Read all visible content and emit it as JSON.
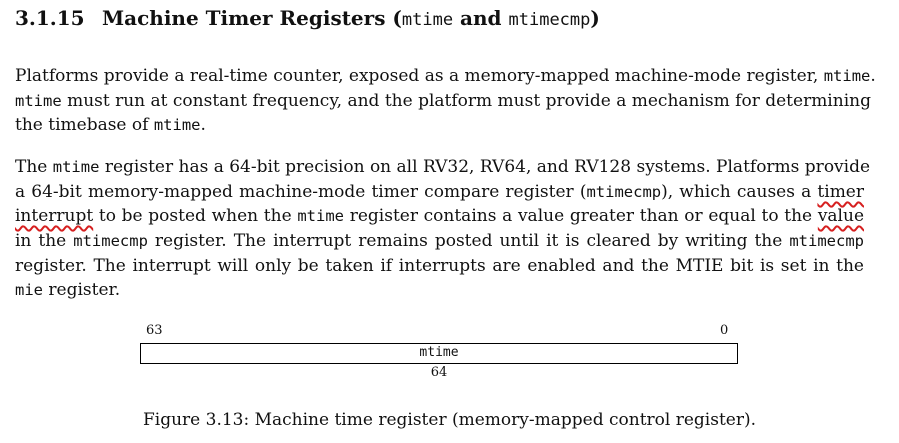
{
  "section": {
    "number": "3.1.15",
    "title_main": "Machine Timer Registers (",
    "title_code1": "mtime",
    "title_and": " and ",
    "title_code2": "mtimecmp",
    "title_close": ")"
  },
  "para1": {
    "l1": [
      "Platforms provide a real-time counter, exposed as a memory-mapped machine-mode register, ",
      "mtime",
      "."
    ],
    "l2": [
      "mtime",
      " must run at constant frequency, and the platform must provide a mechanism for determining"
    ],
    "l3": [
      "the timebase of ",
      "mtime",
      "."
    ]
  },
  "para2": {
    "l1": [
      "The ",
      "mtime",
      " register has a 64-bit precision on all RV32, RV64, and RV128 systems. Platforms provide"
    ],
    "l2": [
      "a 64-bit memory-mapped machine-mode timer compare register (",
      "mtimecmp",
      "), which causes a ",
      "timer"
    ],
    "l3": [
      "interrupt",
      " to be posted when the ",
      "mtime",
      " register contains a value greater than or equal to the ",
      "value"
    ],
    "l4": [
      "in the ",
      "mtimecmp",
      " register. The interrupt remains posted until it is cleared by writing the ",
      "mtimecmp"
    ],
    "l5": [
      "register. The interrupt will only be taken if interrupts are enabled and the MTIE bit is set in the"
    ],
    "l6": [
      "mie",
      " register."
    ]
  },
  "register": {
    "msb": "63",
    "lsb": "0",
    "name": "mtime",
    "width": "64"
  },
  "figure": {
    "caption": "Figure 3.13: Machine time register (memory-mapped control register)."
  },
  "spellcheck_color": "#d62020"
}
